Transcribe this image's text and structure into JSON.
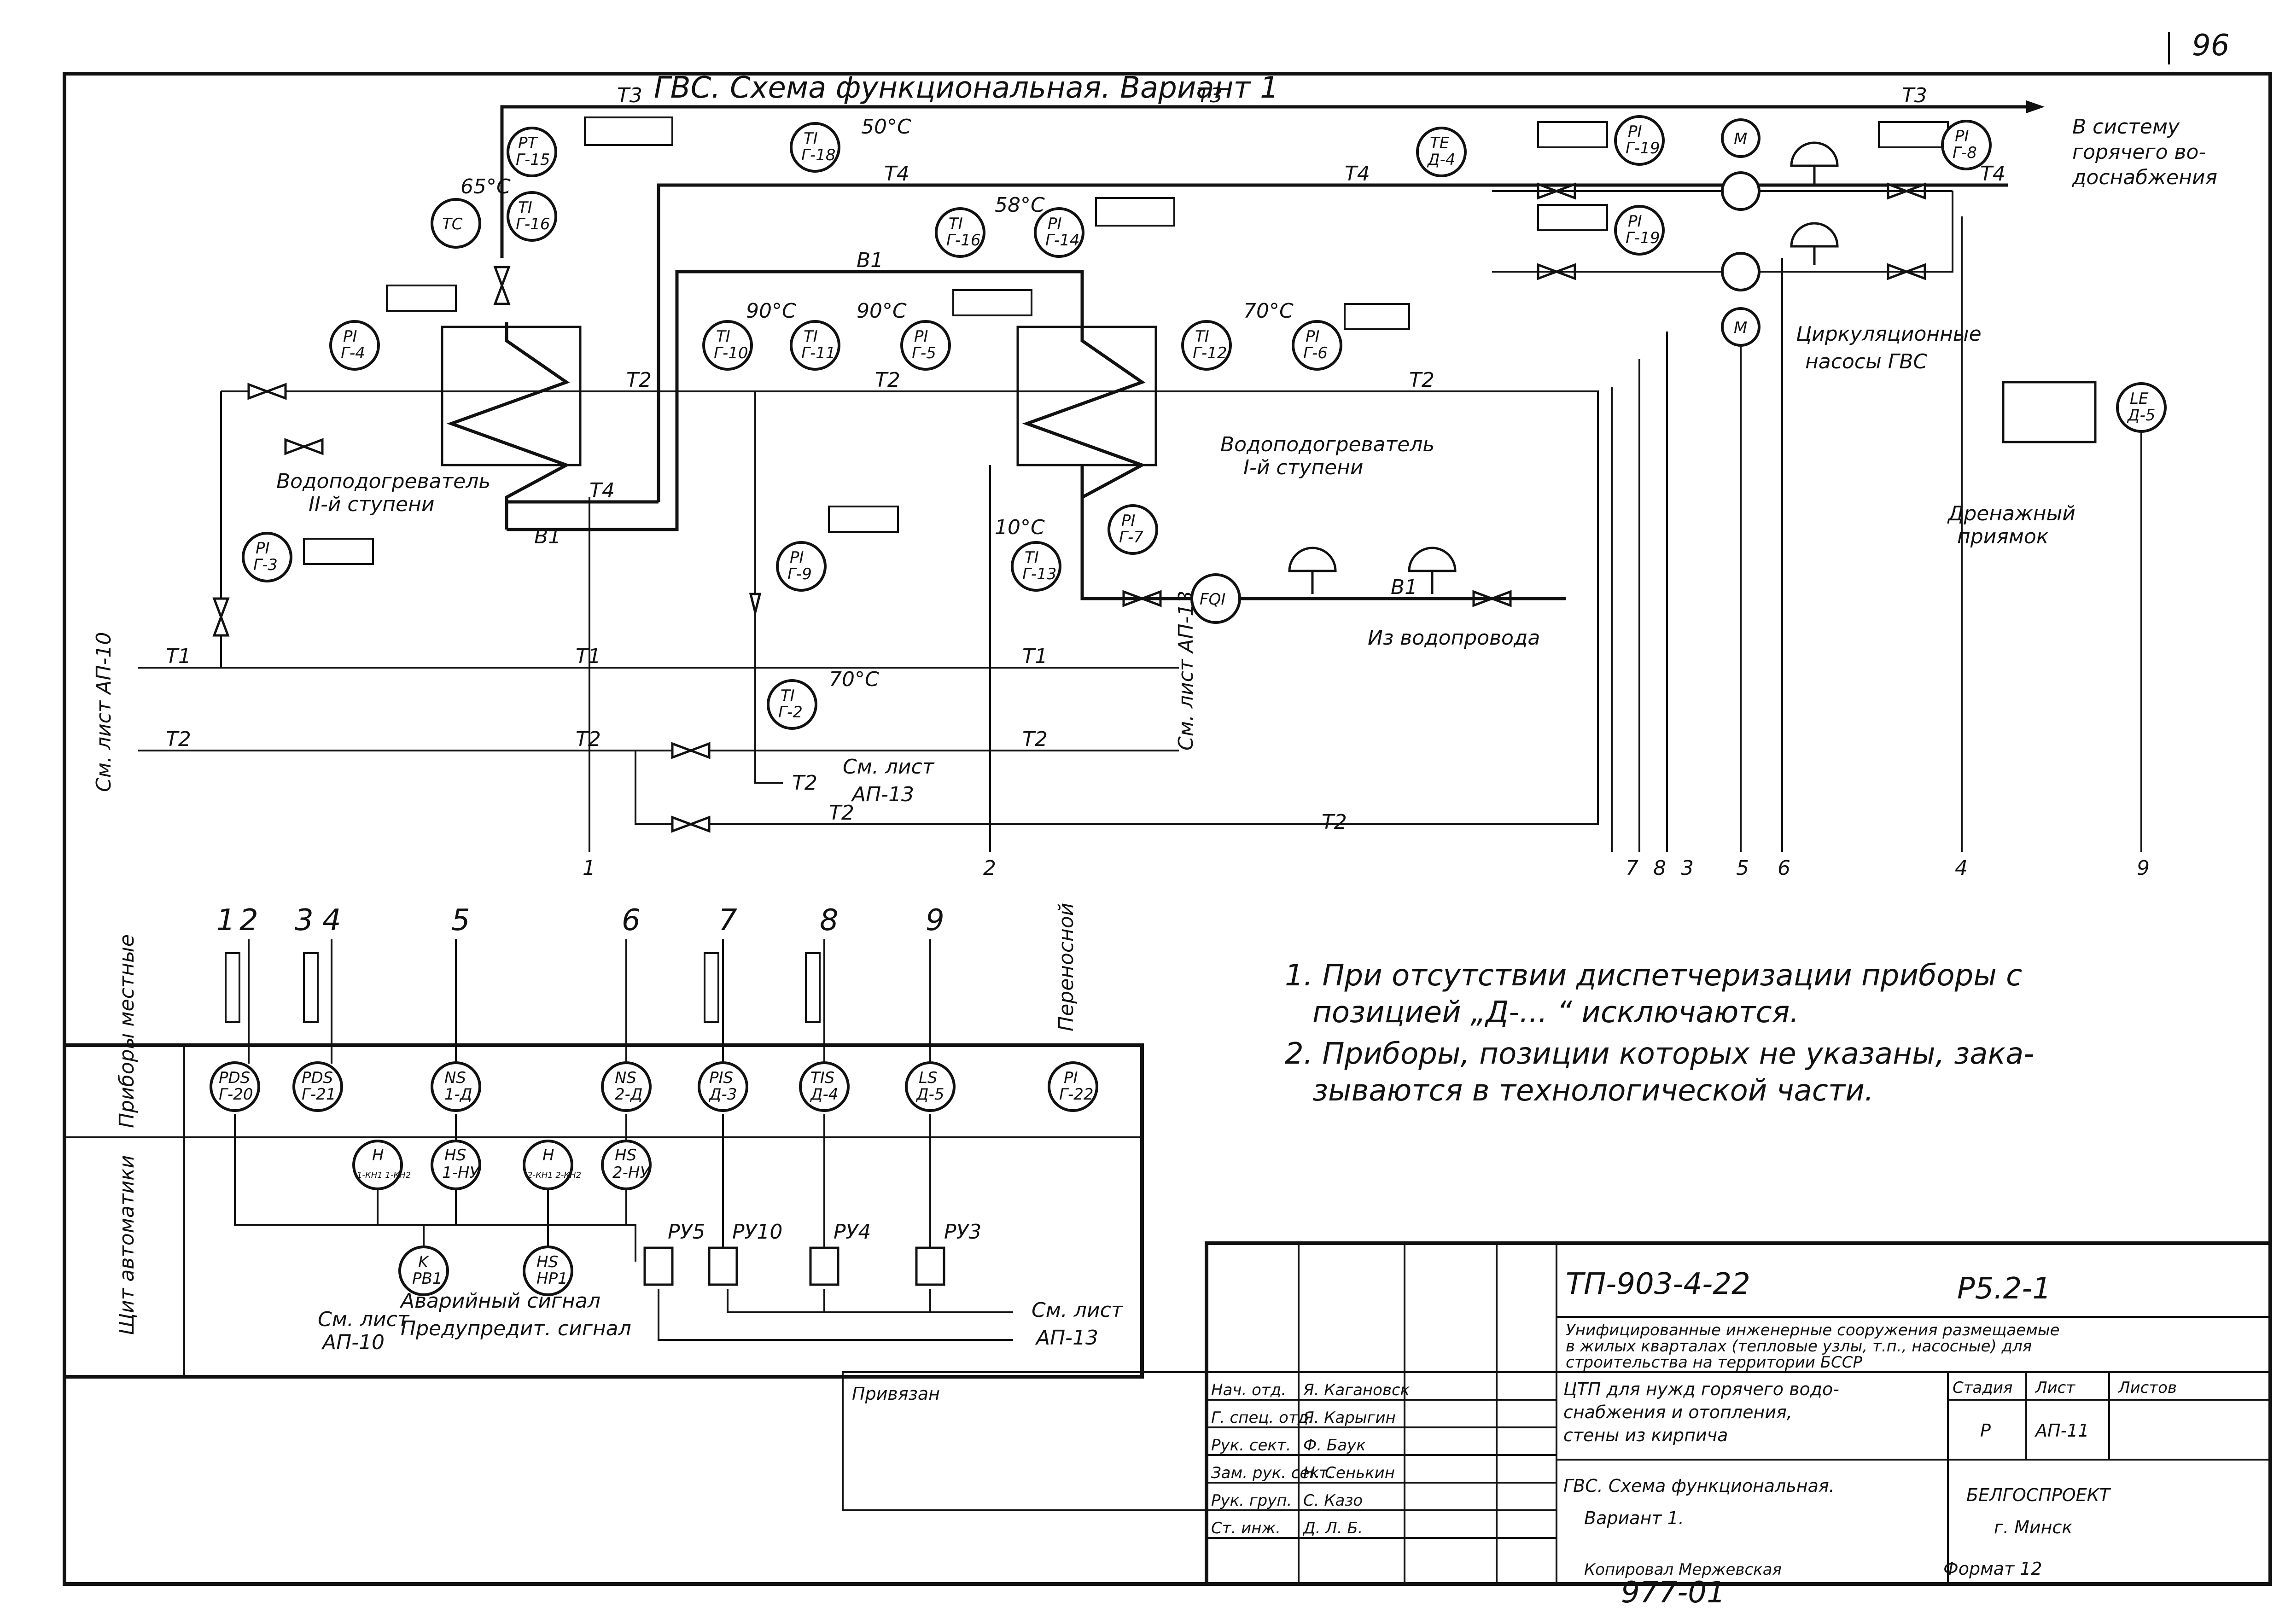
{
  "sheet": {
    "page_number": "96",
    "title": "ГВС. Схема функциональная. Вариант 1"
  },
  "lines": {
    "t1": "T1",
    "t2": "T2",
    "t3": "T3",
    "t4": "T4",
    "b1": "B1"
  },
  "temps": {
    "t50": "50°C",
    "t65": "65°C",
    "t58": "58°C",
    "t90a": "90°C",
    "t90b": "90°C",
    "t70a": "70°C",
    "t10": "10°C",
    "t70b": "70°C"
  },
  "instruments": [
    {
      "top": "PT",
      "bottom": "Г-15"
    },
    {
      "top": "TI",
      "bottom": "Г-16"
    },
    {
      "top": "TC",
      "bottom": ""
    },
    {
      "top": "PI",
      "bottom": "Г-4"
    },
    {
      "top": "PI",
      "bottom": "Г-3"
    },
    {
      "top": "TI",
      "bottom": "Г-18"
    },
    {
      "top": "TI",
      "bottom": "Г-16"
    },
    {
      "top": "PI",
      "bottom": "Г-14"
    },
    {
      "top": "TI",
      "bottom": "Г-10"
    },
    {
      "top": "TI",
      "bottom": "Г-11"
    },
    {
      "top": "PI",
      "bottom": "Г-5"
    },
    {
      "top": "TI",
      "bottom": "Г-12"
    },
    {
      "top": "PI",
      "bottom": "Г-6"
    },
    {
      "top": "PI",
      "bottom": "Г-9"
    },
    {
      "top": "TI",
      "bottom": "Г-2"
    },
    {
      "top": "PI",
      "bottom": "Г-7"
    },
    {
      "top": "TI",
      "bottom": "Г-13"
    },
    {
      "top": "FQI",
      "bottom": ""
    },
    {
      "top": "TE",
      "bottom": "Д-4"
    },
    {
      "top": "PI",
      "bottom": "Г-19"
    },
    {
      "top": "PI",
      "bottom": "Г-19"
    },
    {
      "top": "M",
      "bottom": ""
    },
    {
      "top": "M",
      "bottom": ""
    },
    {
      "top": "PI",
      "bottom": "Г-8"
    },
    {
      "top": "LE",
      "bottom": "Д-5"
    }
  ],
  "labels": {
    "heater2": "Водоподогреватель",
    "heater2_stage": "II-й ступени",
    "heater1": "Водоподогреватель",
    "heater1_stage": "I-й ступени",
    "to_system_1": "В систему",
    "to_system_2": "горячего во-",
    "to_system_3": "доснабжения",
    "pumps_1": "Циркуляционные",
    "pumps_2": "насосы ГВС",
    "drain_1": "Дренажный",
    "drain_2": "приямок",
    "from_water": "Из водопровода",
    "see_ap10": "См. лист АП-10",
    "see_ap13_right": "См. лист АП-13",
    "see_ap13_mid_1": "См. лист",
    "see_ap13_mid_2": "АП-13"
  },
  "cable_numbers": [
    "1",
    "2",
    "7",
    "8",
    "3",
    "5",
    "6",
    "4",
    "9"
  ],
  "panel": {
    "row_local": "Приборы местные",
    "row_board": "Щит автоматики",
    "top_numbers": [
      "1",
      "2",
      "3",
      "4",
      "5",
      "6",
      "7",
      "8",
      "9"
    ],
    "portable": "Переносной",
    "local_instruments": [
      {
        "top": "PDS",
        "bottom": "Г-20"
      },
      {
        "top": "PDS",
        "bottom": "Г-21"
      },
      {
        "top": "NS",
        "bottom": "1-Д"
      },
      {
        "top": "NS",
        "bottom": "2-Д"
      },
      {
        "top": "PIS",
        "bottom": "Д-3"
      },
      {
        "top": "TIS",
        "bottom": "Д-4"
      },
      {
        "top": "LS",
        "bottom": "Д-5"
      },
      {
        "top": "PI",
        "bottom": "Г-22"
      }
    ],
    "board_instruments": [
      {
        "top": "H",
        "bottom": "1-КН1 1-КН2"
      },
      {
        "top": "HS",
        "bottom": "1-НУ"
      },
      {
        "top": "H",
        "bottom": "2-КН1 2-КН2"
      },
      {
        "top": "HS",
        "bottom": "2-НУ"
      },
      {
        "top": "K",
        "bottom": "РВ1"
      },
      {
        "top": "HS",
        "bottom": "НР1"
      }
    ],
    "relays": [
      "РУ5",
      "РУ10",
      "РУ4",
      "РУ3"
    ],
    "alarm": "Аварийный сигнал",
    "warning": "Предупредит. сигнал",
    "see_left_1": "См. лист",
    "see_left_2": "АП-10",
    "see_right_1": "См. лист",
    "see_right_2": "АП-13"
  },
  "notes": [
    "1. При отсутствии диспетчеризации приборы с",
    "позицией „Д-... “ исключаются.",
    "2. Приборы, позиции которых не указаны, зака-",
    "зываются в технологической части."
  ],
  "title_block": {
    "project_code": "ТП-903-4-22",
    "sheet_code": "Р5.2-1",
    "description_1": "Унифицированные инженерные сооружения размещаемые",
    "description_2": "в жилых кварталах (тепловые узлы, т.п., насосные) для",
    "description_3": "строительства на территории БССР",
    "doc_1": "ЦТП для нужд горячего водо-",
    "doc_2": "снабжения и отопления,",
    "doc_3": "стены из кирпича",
    "sheet_title_1": "ГВС. Схема функциональная.",
    "sheet_title_2": "Вариант 1.",
    "header_stage": "Стадия",
    "header_sheet": "Лист",
    "header_sheets": "Листов",
    "stage": "Р",
    "sheet": "АП-11",
    "org_1": "БЕЛГОСПРОЕКТ",
    "org_2": "г. Минск",
    "bound": "Привязан",
    "format": "Формат 12",
    "copied": "Копировал Мержевская",
    "archive": "977-01",
    "roles": [
      {
        "role": "Нач. отд.",
        "name": "Я. Кагановск"
      },
      {
        "role": "Г. спец. отд.",
        "name": "Я. Карыгин"
      },
      {
        "role": "Рук. сект.",
        "name": "Ф. Баук"
      },
      {
        "role": "Зам. рук. сект.",
        "name": "Н. Сенькин"
      },
      {
        "role": "Рук. груп.",
        "name": "С. Казо"
      },
      {
        "role": "Ст. инж.",
        "name": "Д. Л. Б."
      }
    ]
  }
}
